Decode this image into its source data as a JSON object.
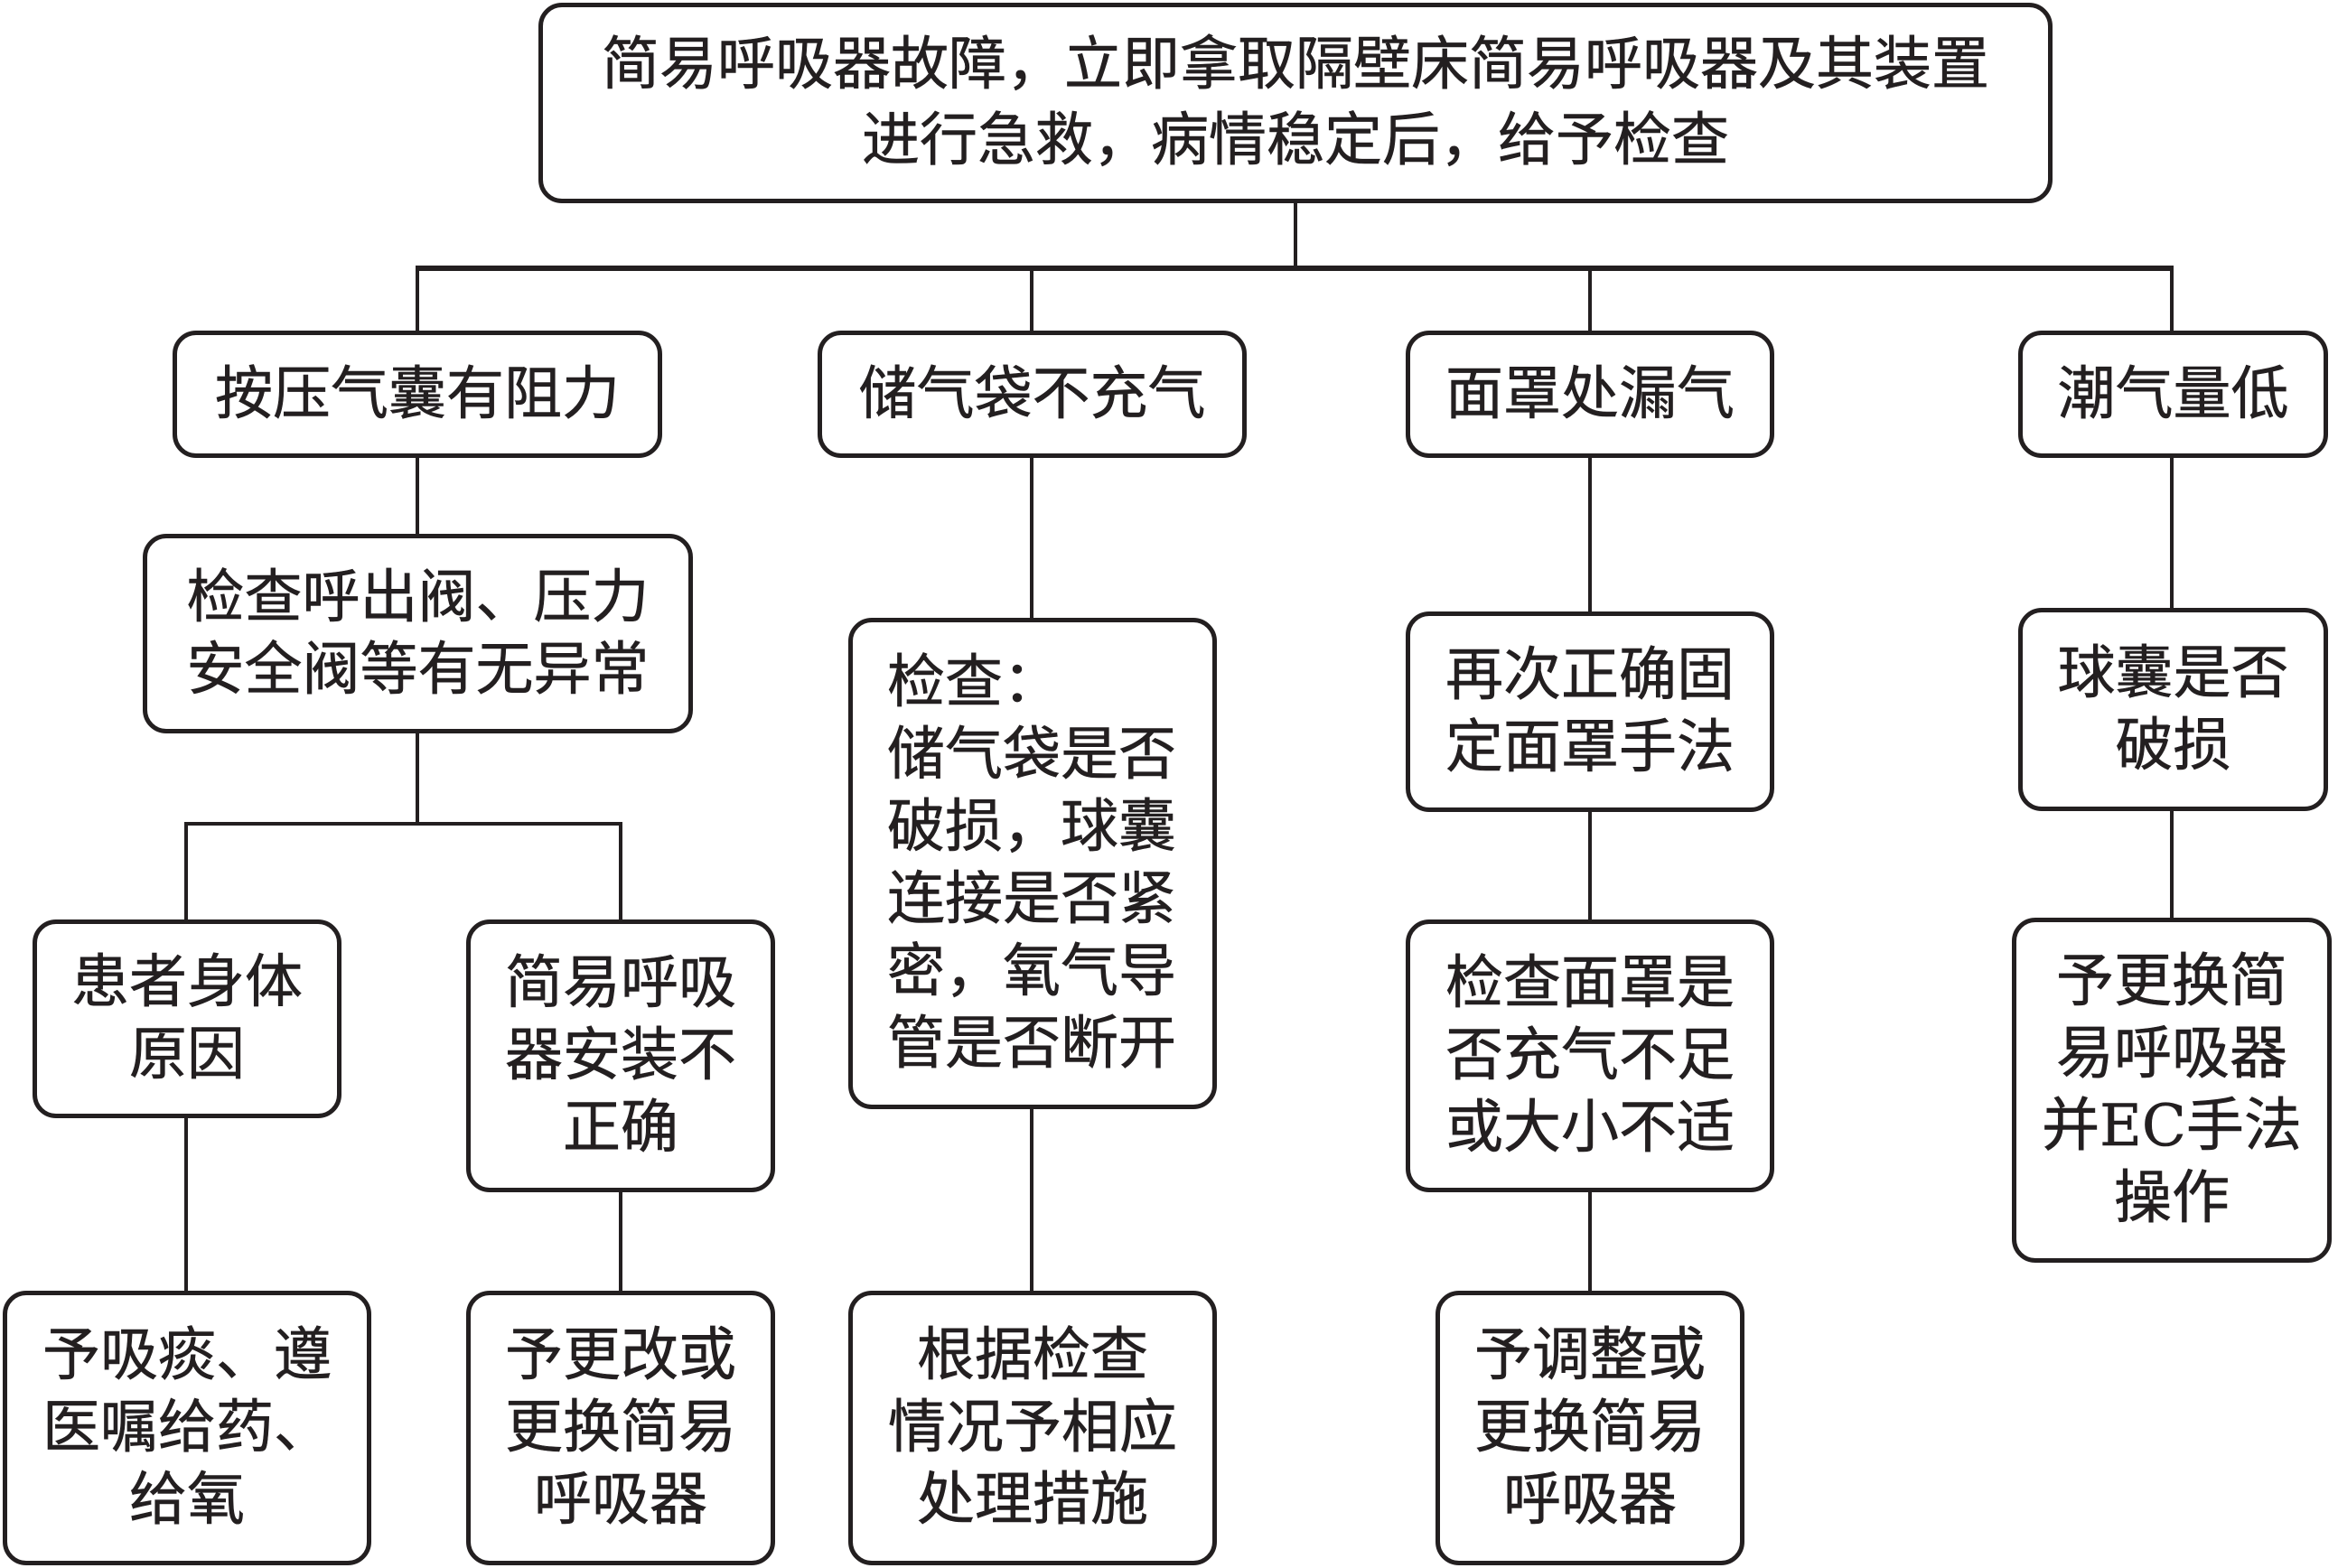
{
  "diagram": {
    "type": "flowchart",
    "colors": {
      "line": "#231f20",
      "text": "#231f20",
      "background": "#ffffff"
    },
    "root": {
      "text": "简易呼吸器故障，立即拿取隔壁床简易呼吸器及其装置\n进行急救，病情稳定后，给予检查"
    },
    "branches": [
      {
        "problem": "按压气囊有阻力",
        "check": "检查呼出阀、压力\n安全阀等有无异常",
        "causes": [
          {
            "cause": "患者身体\n原因",
            "action": "予吸痰、遵\n医嘱给药、\n给氧"
          },
          {
            "cause": "简易呼吸\n器安装不\n正确",
            "action": "予更改或\n更换简易\n呼吸器"
          }
        ]
      },
      {
        "problem": "储气袋不充气",
        "check": "检查：\n储气袋是否\n破损，球囊\n连接是否紧\n密，氧气导\n管是否断开",
        "action": "根据检查\n情况予相应\n处理措施"
      },
      {
        "problem": "面罩处漏气",
        "step1": "再次正确固\n定面罩手法",
        "step2": "检查面罩是\n否充气不足\n或大小不适",
        "action": "予调整或\n更换简易\n呼吸器"
      },
      {
        "problem": "潮气量低",
        "check": "球囊是否\n破损",
        "action": "予更换简\n易呼吸器\n并EC手法\n操作"
      }
    ]
  }
}
